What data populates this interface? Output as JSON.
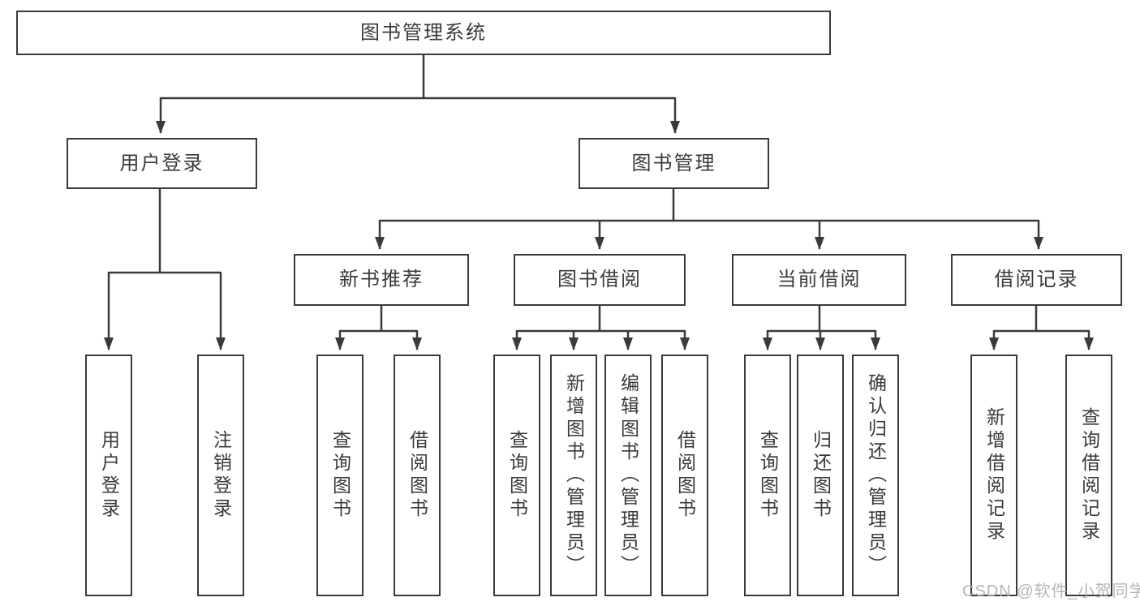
{
  "nodes": {
    "root": {
      "label": "图书管理系统"
    },
    "level2": [
      {
        "label": "用户登录"
      },
      {
        "label": "图书管理"
      }
    ],
    "level3": [
      {
        "label": "新书推荐"
      },
      {
        "label": "图书借阅"
      },
      {
        "label": "当前借阅"
      },
      {
        "label": "借阅记录"
      }
    ],
    "leaves": [
      {
        "label": "用户登录"
      },
      {
        "label": "注销登录"
      },
      {
        "label": "查询图书"
      },
      {
        "label": "借阅图书"
      },
      {
        "label": "查询图书"
      },
      {
        "label": "新增图书（管理员）"
      },
      {
        "label": "编辑图书（管理员）"
      },
      {
        "label": "借阅图书"
      },
      {
        "label": "查询图书"
      },
      {
        "label": "归还图书"
      },
      {
        "label": "确认归还（管理员）"
      },
      {
        "label": "新增借阅记录"
      },
      {
        "label": "查询借阅记录"
      }
    ]
  },
  "watermark": {
    "text": "CSDN @软件_小贺同学"
  },
  "colors": {
    "line": "#3a3a3a",
    "text": "#3a3a3a",
    "background": "#ffffff",
    "watermark": "#b0b0b0"
  }
}
